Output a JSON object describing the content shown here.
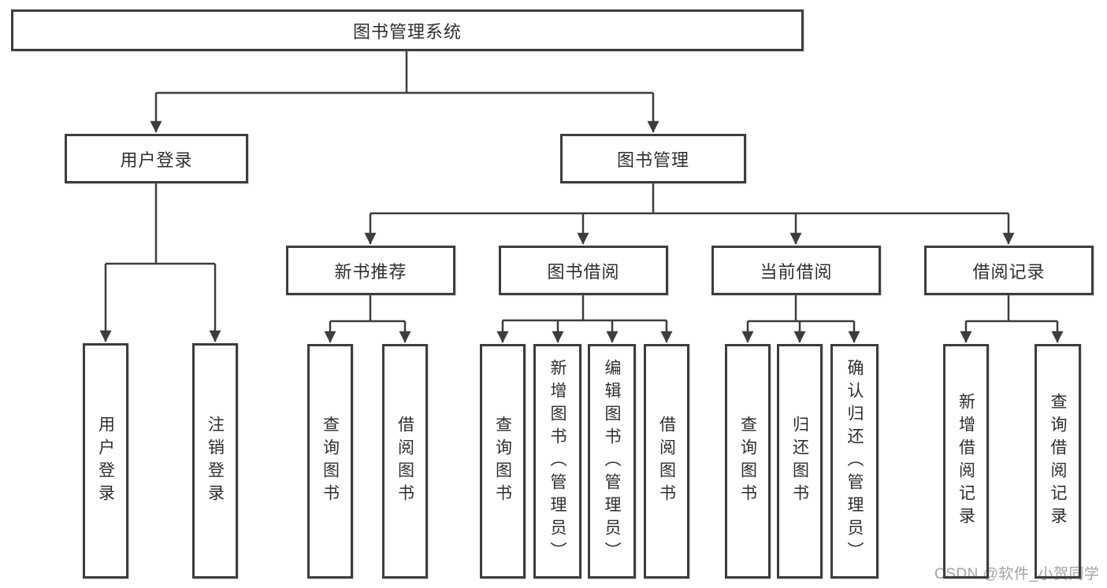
{
  "diagram": {
    "root": {
      "label": "图书管理系统"
    },
    "level1": [
      {
        "label": "用户登录"
      },
      {
        "label": "图书管理"
      }
    ],
    "login_children": [
      {
        "label": "用户登录"
      },
      {
        "label": "注销登录"
      }
    ],
    "level2": [
      {
        "label": "新书推荐"
      },
      {
        "label": "图书借阅"
      },
      {
        "label": "当前借阅"
      },
      {
        "label": "借阅记录"
      }
    ],
    "new_book_children": [
      {
        "label": "查询图书"
      },
      {
        "label": "借阅图书"
      }
    ],
    "borrow_children": [
      {
        "label": "查询图书"
      },
      {
        "label": "新增图书（管理员）"
      },
      {
        "label": "编辑图书（管理员）"
      },
      {
        "label": "借阅图书"
      }
    ],
    "current_children": [
      {
        "label": "查询图书"
      },
      {
        "label": "归还图书"
      },
      {
        "label": "确认归还（管理员）"
      }
    ],
    "record_children": [
      {
        "label": "新增借阅记录"
      },
      {
        "label": "查询借阅记录"
      }
    ]
  },
  "watermark": {
    "text": "CSDN @软件_小贺同学"
  },
  "colors": {
    "line": "#3d3d3d",
    "box_border": "#3d3d3d",
    "box_fill": "#ffffff",
    "text": "#2e2e2e",
    "watermark": "#a3a3a3",
    "background": "#ffffff"
  }
}
